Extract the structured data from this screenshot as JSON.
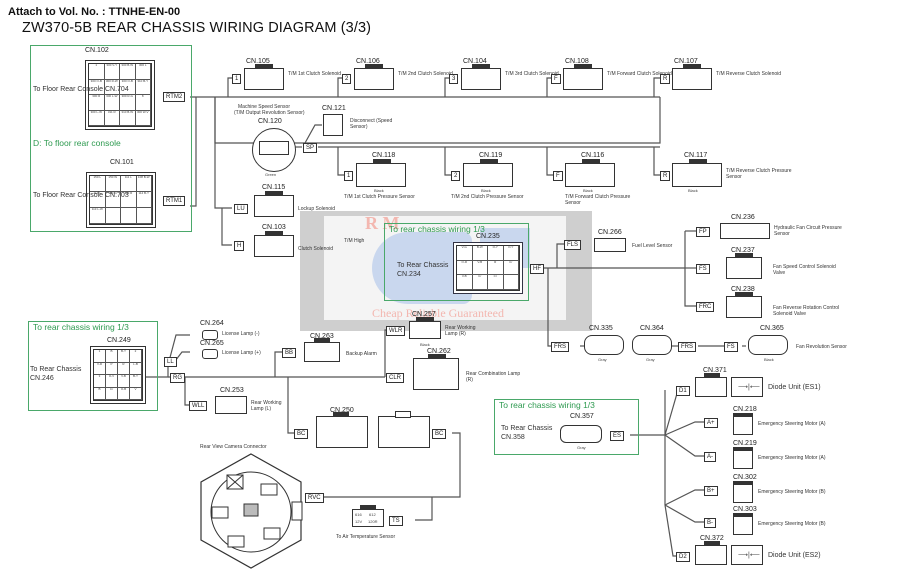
{
  "header": {
    "attach": "Attach to Vol. No. : TTNHE-EN-00",
    "title": "ZW370-5B REAR CHASSIS WIRING DIAGRAM (3/3)"
  },
  "watermark": {
    "letters": "R M",
    "slogan": "Cheap Reliable Guaranteed"
  },
  "groups": {
    "floor_console": {
      "section_label": "D: To floor rear console",
      "cn102": {
        "name": "CN.102",
        "dest": "To Floor Rear Console CN.704",
        "tag": "RTM2"
      },
      "cn101": {
        "name": "CN.101",
        "dest": "To Floor Rear Console CN.703",
        "tag": "RTM1"
      }
    },
    "rear_chassis_1": {
      "title": "To rear chassis wiring 1/3",
      "dest": "To Rear Chassis CN.246",
      "connector": "CN.249"
    },
    "rear_chassis_2": {
      "title": "To rear chassis wiring 1/3",
      "dest": "To Rear Chassis CN.234",
      "connector": "CN.235",
      "tag": "HF"
    },
    "rear_chassis_3": {
      "title": "To rear chassis wiring 1/3",
      "dest": "To Rear Chassis CN.358",
      "connector": "CN.357",
      "tag": "ES",
      "color_note": "Gray"
    }
  },
  "top_solenoids": [
    {
      "cn": "CN.105",
      "tag": "1",
      "label": "T/M 1st Clutch Solenoid"
    },
    {
      "cn": "CN.106",
      "tag": "2",
      "label": "T/M 2nd Clutch Solenoid"
    },
    {
      "cn": "CN.104",
      "tag": "3",
      "label": "T/M 3rd Clutch Solenoid"
    },
    {
      "cn": "CN.108",
      "tag": "F",
      "label": "T/M Forward Clutch Solenoid"
    },
    {
      "cn": "CN.107",
      "tag": "R",
      "label": "T/M Reverse Clutch Solenoid"
    }
  ],
  "speed_sensor": {
    "title": "Machine Speed Sensor",
    "subtitle": "(T/M Output Revolution Sensor)",
    "cn": "CN.120",
    "color_note": "Green",
    "tag": "SP",
    "disconnect_cn": "CN.121",
    "disconnect_label": "Disconnect (Speed Sensor)"
  },
  "pressure_sensors": [
    {
      "cn": "CN.118",
      "tag": "1",
      "label": "T/M 1st Clutch Pressure Sensor",
      "color_note": "Black"
    },
    {
      "cn": "CN.119",
      "tag": "2",
      "label": "T/M 2nd Clutch Pressure Sensor",
      "color_note": "Black"
    },
    {
      "cn": "CN.116",
      "tag": "F",
      "label": "T/M Forward Clutch Pressure Sensor",
      "color_note": "Black"
    },
    {
      "cn": "CN.117",
      "tag": "R",
      "label": "T/M Reverse Clutch Pressure Sensor",
      "color_note": "Black"
    }
  ],
  "lockup": {
    "cn": "CN.115",
    "tag": "LU",
    "label": "Lockup Solenoid"
  },
  "clutch": {
    "cn": "CN.103",
    "tag": "H",
    "label": "Clutch Solenoid",
    "note": "T/M High"
  },
  "fan": {
    "fuel": {
      "cn": "CN.266",
      "tag": "FLS",
      "label": "Fuel Level Sensor"
    },
    "pressure": {
      "cn": "CN.236",
      "tag": "FP",
      "label": "Hydraulic Fan Circuit Pressure Sensor"
    },
    "speed": {
      "cn": "CN.237",
      "tag": "FS",
      "label": "Fan Speed Control Solenoid Valve"
    },
    "reverse": {
      "cn": "CN.238",
      "tag": "FRC",
      "label": "Fan Reverse Rotation Control Solenoid Valve"
    },
    "revolution": {
      "cn_a": "CN.335",
      "cn_a_note": "Gray",
      "cn_b": "CN.364",
      "cn_b_note": "Gray",
      "cn_c": "CN.365",
      "cn_c_note": "Black",
      "tag_a": "FRS",
      "tag_b": "FRS",
      "tag_c": "FS",
      "label": "Fan Revolution Sensor"
    }
  },
  "lamps": {
    "tag_ll": "LL",
    "tag_rg": "RG",
    "license_minus": {
      "cn": "CN.264",
      "label": "License Lamp (-)"
    },
    "license_plus": {
      "cn": "CN.265",
      "label": "License Lamp (+)"
    },
    "backup": {
      "cn": "CN.263",
      "tag": "BB",
      "label": "Backup Alarm"
    },
    "work_l": {
      "cn": "CN.253",
      "tag": "WLL",
      "label": "Rear Working Lamp (L)"
    },
    "work_r": {
      "cn": "CN.257",
      "tag": "WLR",
      "label": "Rear Working Lamp (R)",
      "color_note": "Black"
    },
    "combo_r": {
      "cn": "CN.262",
      "tag": "CLR",
      "label": "Rear Combination Lamp (R)"
    }
  },
  "camera": {
    "cn": "CN.250",
    "tag_left": "BC",
    "tag_right": "BC",
    "label": "Rear View Camera Connector",
    "tag_rvc": "RVC",
    "temp_tag": "TS",
    "temp_label": "To Air Temperature Sensor",
    "temp_pins": [
      "616",
      "612",
      "12V",
      "120R"
    ]
  },
  "emergency": [
    {
      "cn": "CN.371",
      "tag": "D1",
      "label": "Diode Unit (ES1)",
      "type": "diode"
    },
    {
      "cn": "CN.218",
      "tag": "A+",
      "label": "Emergency Steering Motor (A)",
      "type": "motor"
    },
    {
      "cn": "CN.219",
      "tag": "A-",
      "label": "Emergency Steering Motor (A)",
      "type": "motor"
    },
    {
      "cn": "CN.302",
      "tag": "B+",
      "label": "Emergency Steering Motor (B)",
      "type": "motor"
    },
    {
      "cn": "CN.303",
      "tag": "B-",
      "label": "Emergency Steering Motor (B)",
      "type": "motor"
    },
    {
      "cn": "CN.372",
      "tag": "D2",
      "label": "Diode Unit (ES2)",
      "type": "diode"
    }
  ]
}
